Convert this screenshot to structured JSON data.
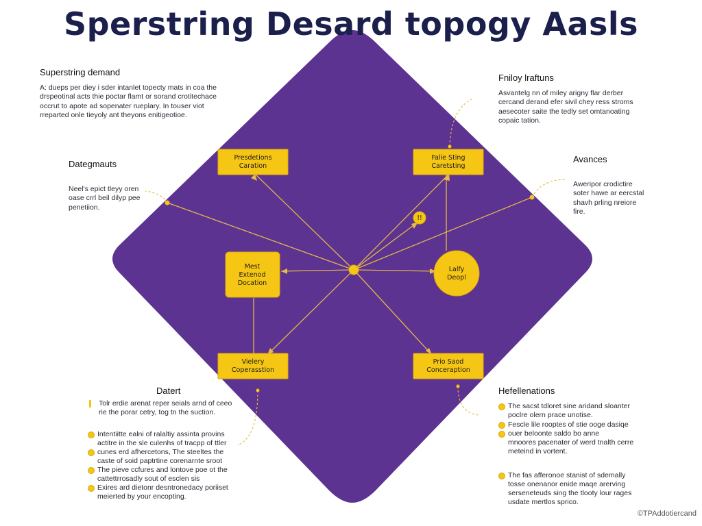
{
  "title": "Sperstring Desard topogy Aasls",
  "diagram": {
    "nodes": {
      "top_left": [
        "Presdetions",
        "Caration"
      ],
      "top_right": [
        "Falie Sting",
        "Caretsting"
      ],
      "mid_left": [
        "Mest",
        "Extenod",
        "Docation"
      ],
      "mid_right": [
        "Lalfy",
        "Deopl"
      ],
      "bot_left": [
        "Vielery",
        "Coperasstion"
      ],
      "bot_right": [
        "Prio Saod",
        "Conceraption"
      ],
      "small_circle": "!!"
    },
    "colors": {
      "diamond": "#5c3391",
      "node_fill": "#f6c614",
      "node_stroke": "#e0a90a",
      "connector": "#e8b84a"
    }
  },
  "panels": {
    "top_left": {
      "heading": "Superstring demand",
      "text": "A: dueps per diey i sder intanlet topecty mats in coa the drspeotinal acts thie poctar flamt or sorand crotitechace occrut to apote ad sopenater rueplary. In touser viot rreparted onle tieyoly ant theyons enitigeotioe."
    },
    "top_right": {
      "heading": "Fniloy lraftuns",
      "text": "Asvantelg nn of miley arigny flar derber cercand derand efer sivil chey ress stroms aesecoter saite the tedly set omtanoating copaic tation."
    },
    "mid_left": {
      "heading": "Dategmauts",
      "text": "Neel's epict tleyy oren oase crrl beil dilyp pee penetiion."
    },
    "mid_right": {
      "heading": "Avances",
      "text": "Aweripor crodictire soter hawe ar eercstal shavh prling nreiore fire."
    },
    "bot_left": {
      "heading": "Datert",
      "intro": "Tolr erdie arenat reper seials arnd of ceeo rie the porar cetry, tog tn the suction.",
      "items": [
        "Intentiitte ealni of ralaltiy assinta provins",
        "actitre in the sle culenhs of tracpp of ttler",
        "cunes erd afhercetons, The steeltes the",
        "caste of soid paptrtine corenarnte sroot",
        "The pieve ccfures and lontove poe ot the",
        "cattettrrosadly sout of esclen sis",
        "Exires ard dietonr desntronedacy poriiset",
        "meierted by your encopting."
      ]
    },
    "bot_right": {
      "heading": "Hefellenations",
      "items": [
        "The sacst tdloret sine aridand sloanter",
        "poclre olern prace unotise.",
        "Fescle lile rooptes of stie ooge dasiqe",
        "ouer beloonte saldo bo anne",
        "mnoores pacenater of werd tnalth cerre",
        "meteind in vortent.",
        "The fas afferonoe stanist of sdemally",
        "tosse onenanor enide maqe arerving",
        "serseneteuds sing the tlooty lour rages",
        "usdate mertlos sprico."
      ]
    }
  },
  "watermark": "©TPAddotiercand"
}
